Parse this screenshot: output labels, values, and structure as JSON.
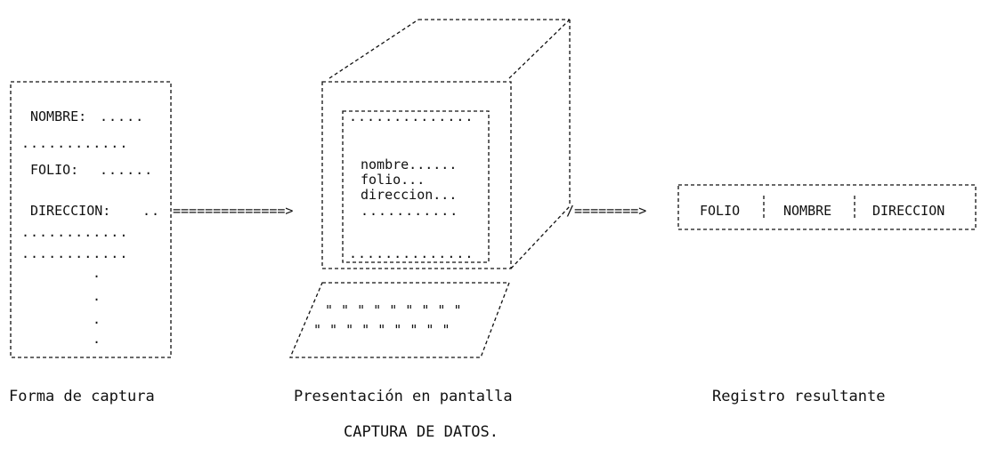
{
  "form": {
    "label_nombre": "NOMBRE:",
    "label_folio": "FOLIO:",
    "label_direccion": "DIRECCION:",
    "caption": "Forma de captura"
  },
  "screen": {
    "field_nombre": "nombre......",
    "field_folio": "folio...",
    "field_direccion": "direccion...",
    "caption": "Presentación en pantalla"
  },
  "record": {
    "col_folio": "FOLIO",
    "col_nombre": "NOMBRE",
    "col_direccion": "DIRECCION",
    "caption": "Registro resultante"
  },
  "arrows": {
    "form_to_screen": "==============>",
    "screen_to_record": "/========>"
  },
  "footer": {
    "title": "CAPTURA DE DATOS."
  }
}
